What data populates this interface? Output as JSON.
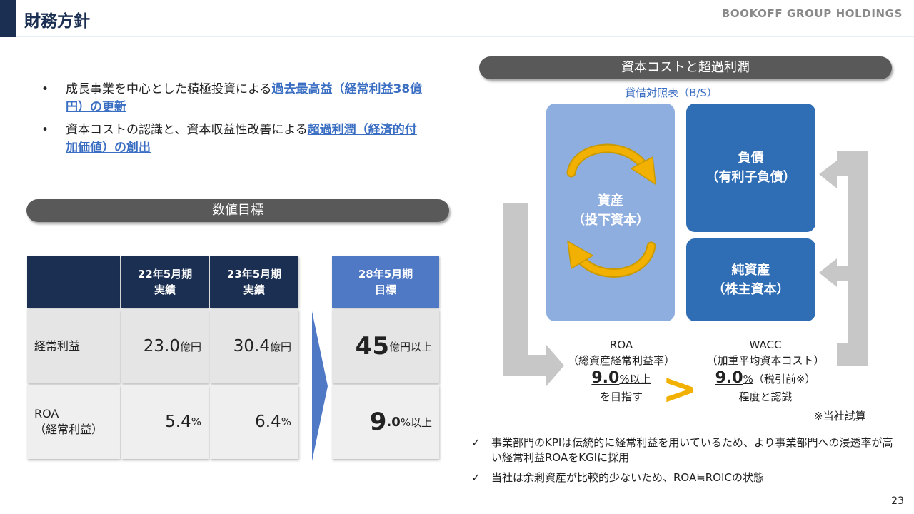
{
  "header": {
    "title": "財務方針",
    "brand": "BOOKOFF GROUP HOLDINGS"
  },
  "bullets": [
    {
      "marker": "•",
      "text_before": "成長事業を中心とした積極投資による",
      "highlight": "過去最高益（経常利益38億円）の更新"
    },
    {
      "marker": "•",
      "text_before": "資本コストの認識と、資本収益性改善による",
      "highlight": "超過利潤（経済的付加価値）の創出"
    }
  ],
  "targets": {
    "section_title": "数値目標",
    "columns": [
      {
        "line1": "22年5月期",
        "line2": "実績"
      },
      {
        "line1": "23年5月期",
        "line2": "実績"
      },
      {
        "line1": "28年5月期",
        "line2": "目標"
      }
    ],
    "rows": [
      {
        "label_line1": "経常利益",
        "label_line2": "",
        "v22": "23.0",
        "v22_unit": "億円",
        "v23": "30.4",
        "v23_unit": "億円",
        "target_main": "45",
        "target_rest": "",
        "target_unit": "億円以上"
      },
      {
        "label_line1": "ROA",
        "label_line2": "（経常利益）",
        "v22": "5.4",
        "v22_unit": "%",
        "v23": "6.4",
        "v23_unit": "%",
        "target_main": "9",
        "target_rest": ".0",
        "target_unit": "%以上"
      }
    ]
  },
  "capital": {
    "section_title": "資本コストと超過利潤",
    "bs_label": "貸借対照表（B/S）",
    "asset": {
      "line1": "資産",
      "line2": "（投下資本）"
    },
    "liability": {
      "line1": "負債",
      "line2": "（有利子負債）"
    },
    "equity": {
      "line1": "純資産",
      "line2": "（株主資本）"
    },
    "roa": {
      "line1": "ROA",
      "line2": "（総資産経常利益率）",
      "value": "9.0",
      "value_suffix": "%以上",
      "line4": "を目指す"
    },
    "wacc": {
      "line1": "WACC",
      "line2": "（加重平均資本コスト）",
      "value": "9.0",
      "value_suffix": "%",
      "value_note": "（税引前※）",
      "line4": "程度と認識"
    },
    "comparison": ">",
    "note": "※当社試算"
  },
  "checks": [
    {
      "marker": "✓",
      "text": "事業部門のKPIは伝統的に経常利益を用いているため、より事業部門への浸透率が高い経常利益ROAをKGIに採用"
    },
    {
      "marker": "✓",
      "text": "当社は余剰資産が比較的少ないため、ROA≒ROICの状態"
    }
  ],
  "page_number": "23",
  "colors": {
    "navy": "#1b2f52",
    "accent_blue": "#3a6ec2",
    "box_blue": "#2f6eb5",
    "asset_blue": "#8eaee0",
    "gold": "#f2b100",
    "pill_gray": "#595959"
  }
}
